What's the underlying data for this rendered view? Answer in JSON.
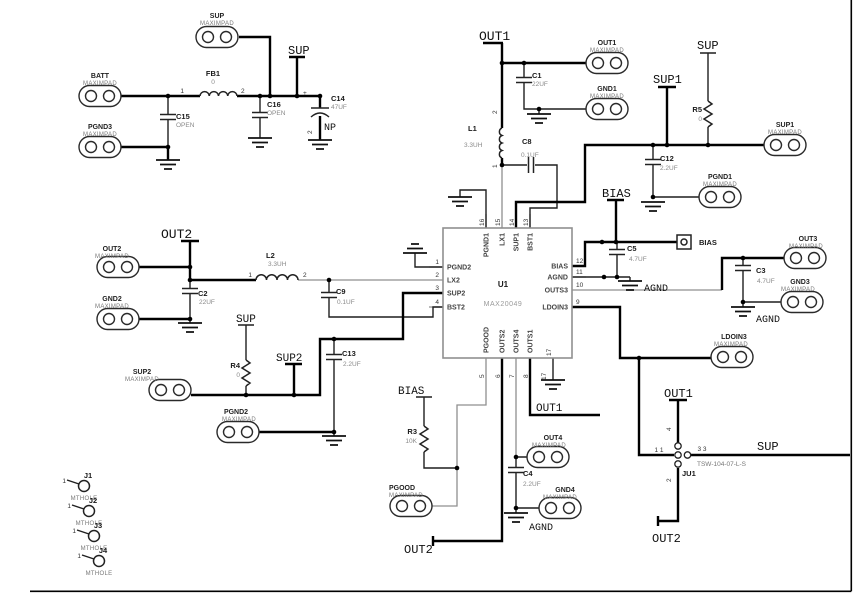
{
  "nets": {
    "sup": "SUP",
    "sup1": "SUP1",
    "sup2": "SUP2",
    "out1": "OUT1",
    "out2": "OUT2",
    "bias": "BIAS",
    "agnd": "AGND"
  },
  "pads": {
    "sup_top": {
      "name": "SUP",
      "sub": "MAXIMPAD"
    },
    "batt": {
      "name": "BATT",
      "sub": "MAXIMPAD"
    },
    "pgnd3": {
      "name": "PGND3",
      "sub": "MAXIMPAD"
    },
    "out1": {
      "name": "OUT1",
      "sub": "MAXIMPAD"
    },
    "gnd1": {
      "name": "GND1",
      "sub": "MAXIMPAD"
    },
    "sup1": {
      "name": "SUP1",
      "sub": "MAXIMPAD"
    },
    "pgnd1": {
      "name": "PGND1",
      "sub": "MAXIMPAD"
    },
    "out2": {
      "name": "OUT2",
      "sub": "MAXIMPAD"
    },
    "gnd2": {
      "name": "GND2",
      "sub": "MAXIMPAD"
    },
    "sup2": {
      "name": "SUP2",
      "sub": "MAXIMPAD"
    },
    "pgnd2": {
      "name": "PGND2",
      "sub": "MAXIMPAD"
    },
    "out3": {
      "name": "OUT3",
      "sub": "MAXIMPAD"
    },
    "gnd3": {
      "name": "GND3",
      "sub": "MAXIMPAD"
    },
    "ldoin3": {
      "name": "LDOIN3",
      "sub": "MAXIMPAD"
    },
    "pgood": {
      "name": "PGOOD",
      "sub": "MAXIMPAD"
    },
    "out4": {
      "name": "OUT4",
      "sub": "MAXIMPAD"
    },
    "gnd4": {
      "name": "GND4",
      "sub": "MAXIMPAD"
    }
  },
  "ic": {
    "ref": "U1",
    "part": "MAX20049",
    "ep": "17",
    "top_pins": [
      {
        "n": "16",
        "name": "PGND1"
      },
      {
        "n": "15",
        "name": "LX1"
      },
      {
        "n": "14",
        "name": "SUP1"
      },
      {
        "n": "13",
        "name": "BST1"
      }
    ],
    "left_pins": [
      {
        "n": "1",
        "name": "PGND2"
      },
      {
        "n": "2",
        "name": "LX2"
      },
      {
        "n": "3",
        "name": "SUP2"
      },
      {
        "n": "4",
        "name": "BST2"
      }
    ],
    "right_pins": [
      {
        "n": "12",
        "name": "BIAS"
      },
      {
        "n": "11",
        "name": "AGND"
      },
      {
        "n": "10",
        "name": "OUTS3"
      },
      {
        "n": "9",
        "name": "LDOIN3"
      }
    ],
    "bottom_pins": [
      {
        "n": "5",
        "name": "PGOOD"
      },
      {
        "n": "6",
        "name": "OUTS2"
      },
      {
        "n": "7",
        "name": "OUTS4"
      },
      {
        "n": "8",
        "name": "OUTS1"
      }
    ]
  },
  "parts": {
    "fb1": {
      "ref": "FB1",
      "val": "0",
      "p1": "1",
      "p2": "2"
    },
    "c15": {
      "ref": "C15",
      "val": "OPEN"
    },
    "c16": {
      "ref": "C16",
      "val": "OPEN"
    },
    "c14": {
      "ref": "C14",
      "val": "47UF",
      "note": "NP",
      "pol": "+",
      "p2": "2"
    },
    "c1": {
      "ref": "C1",
      "val": "22UF"
    },
    "l1": {
      "ref": "L1",
      "val": "3.3UH",
      "p1": "1",
      "p2": "2"
    },
    "c8": {
      "ref": "C8",
      "val": "0.1UF"
    },
    "c12": {
      "ref": "C12",
      "val": "2.2UF"
    },
    "r5": {
      "ref": "R5",
      "val": "0"
    },
    "c5": {
      "ref": "C5",
      "val": "4.7UF"
    },
    "c3": {
      "ref": "C3",
      "val": "4.7UF"
    },
    "l2": {
      "ref": "L2",
      "val": "3.3UH",
      "p1": "1",
      "p2": "2"
    },
    "c2": {
      "ref": "C2",
      "val": "22UF"
    },
    "c9": {
      "ref": "C9",
      "val": "0.1UF"
    },
    "r4": {
      "ref": "R4",
      "val": "0"
    },
    "c13": {
      "ref": "C13",
      "val": "2.2UF"
    },
    "r3": {
      "ref": "R3",
      "val": "10K"
    },
    "c4": {
      "ref": "C4",
      "val": "2.2UF"
    }
  },
  "jumper": {
    "ref": "JU1",
    "part": "TSW-104-07-L-S",
    "pin_left": "1 1",
    "pin_right": "3 3",
    "pin_top": "4",
    "pin_bottom": "2"
  },
  "mtholes": {
    "j1": {
      "ref": "J1",
      "pin": "1",
      "type": "MTHOLE"
    },
    "j2": {
      "ref": "J2",
      "pin": "1",
      "type": "MTHOLE"
    },
    "j3": {
      "ref": "J3",
      "pin": "1",
      "type": "MTHOLE"
    },
    "j4": {
      "ref": "J4",
      "pin": "1",
      "type": "MTHOLE"
    }
  }
}
